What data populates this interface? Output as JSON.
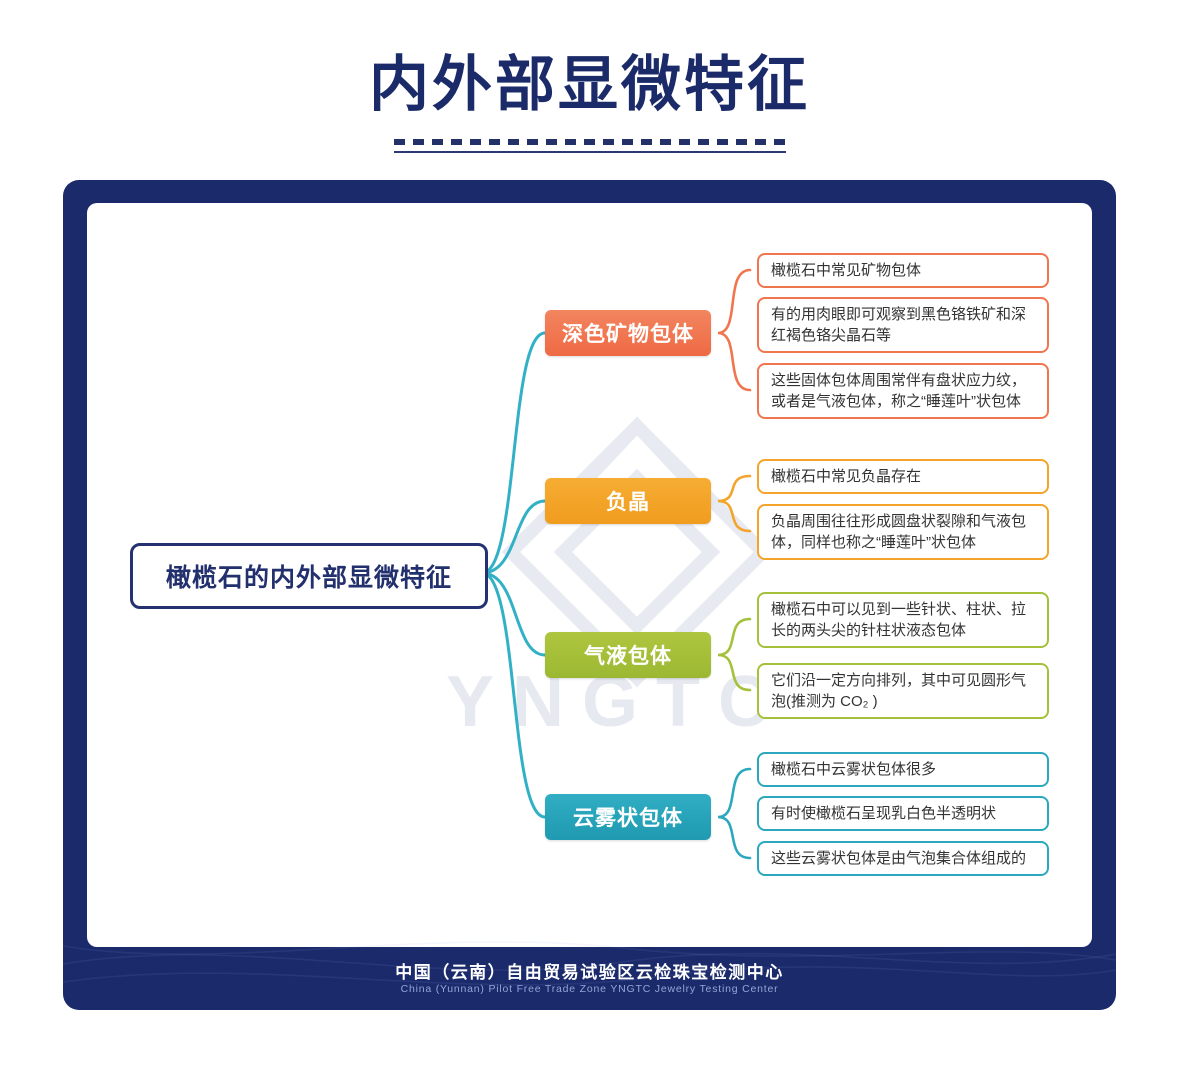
{
  "title": {
    "text": "内外部显微特征"
  },
  "watermark": {
    "text": "YNGTC"
  },
  "footer": {
    "line_cn": "中国（云南）自由贸易试验区云检珠宝检测中心",
    "line_en": "China (Yunnan) Pilot Free Trade Zone  YNGTC Jewelry Testing Center"
  },
  "colors": {
    "navy_card": "#1b2a6b",
    "title_navy": "#1b2a68",
    "branch_dark_mineral": "#f0714d",
    "branch_negative_crystal": "#f4a52c",
    "branch_gas_liquid": "#a3bf3a",
    "branch_cloud": "#2aa7bd",
    "trunk_cyan": "#32b1c6"
  },
  "mindmap": {
    "root": "橄榄石的内外部显微特征",
    "branches": [
      {
        "label": "深色矿物包体",
        "leaves": [
          "橄榄石中常见矿物包体",
          "有的用肉眼即可观察到黑色铬铁矿和深红褐色铬尖晶石等",
          "这些固体包体周围常伴有盘状应力纹，或者是气液包体，称之“睡莲叶”状包体"
        ]
      },
      {
        "label": "负晶",
        "leaves": [
          "橄榄石中常见负晶存在",
          "负晶周围往往形成圆盘状裂隙和气液包体，同样也称之“睡莲叶”状包体"
        ]
      },
      {
        "label": "气液包体",
        "leaves": [
          "橄榄石中可以见到一些针状、柱状、拉长的两头尖的针柱状液态包体",
          "它们沿一定方向排列，其中可见圆形气泡(推测为 CO₂ )"
        ]
      },
      {
        "label": "云雾状包体",
        "leaves": [
          "橄榄石中云雾状包体很多",
          "有时使橄榄石呈现乳白色半透明状",
          "这些云雾状包体是由气泡集合体组成的"
        ]
      }
    ]
  }
}
